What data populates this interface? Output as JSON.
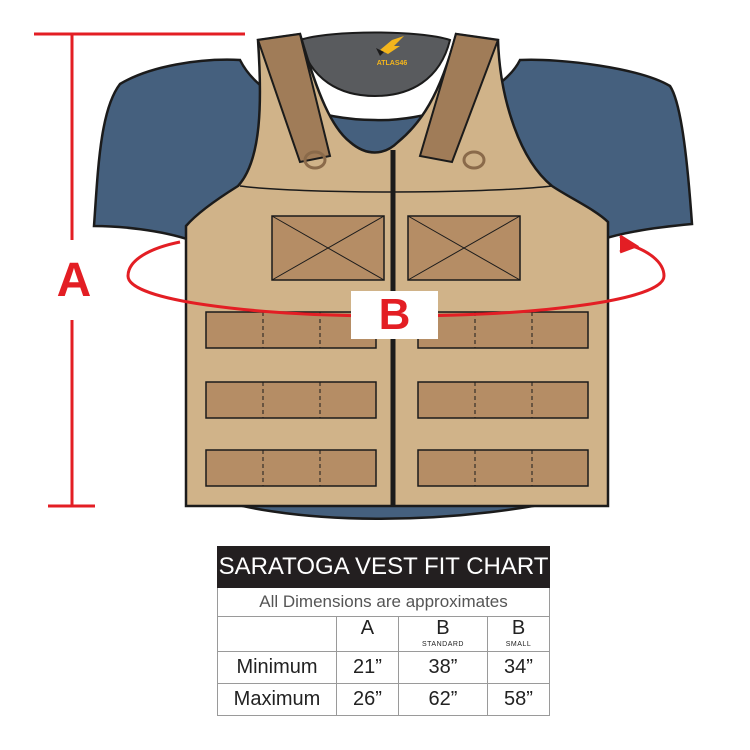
{
  "logo": {
    "text": "ATLAS46"
  },
  "dimension_labels": {
    "a": "A",
    "b": "B"
  },
  "fit_chart": {
    "title": "SARATOGA VEST FIT CHART",
    "subtitle": "All Dimensions are approximates",
    "columns": [
      {
        "label": "A",
        "sub": ""
      },
      {
        "label": "B",
        "sub": "STANDARD"
      },
      {
        "label": "B",
        "sub": "SMALL"
      }
    ],
    "rows": [
      {
        "label": "Minimum",
        "values": [
          "21”",
          "38”",
          "34”"
        ]
      },
      {
        "label": "Maximum",
        "values": [
          "26”",
          "62”",
          "58”"
        ]
      }
    ]
  },
  "colors": {
    "shirt": "#45607e",
    "vest": "#d0b389",
    "pouch": "#b58d65",
    "strap": "#a07c58",
    "measure_red": "#e31e24",
    "table_header": "#231f20"
  }
}
